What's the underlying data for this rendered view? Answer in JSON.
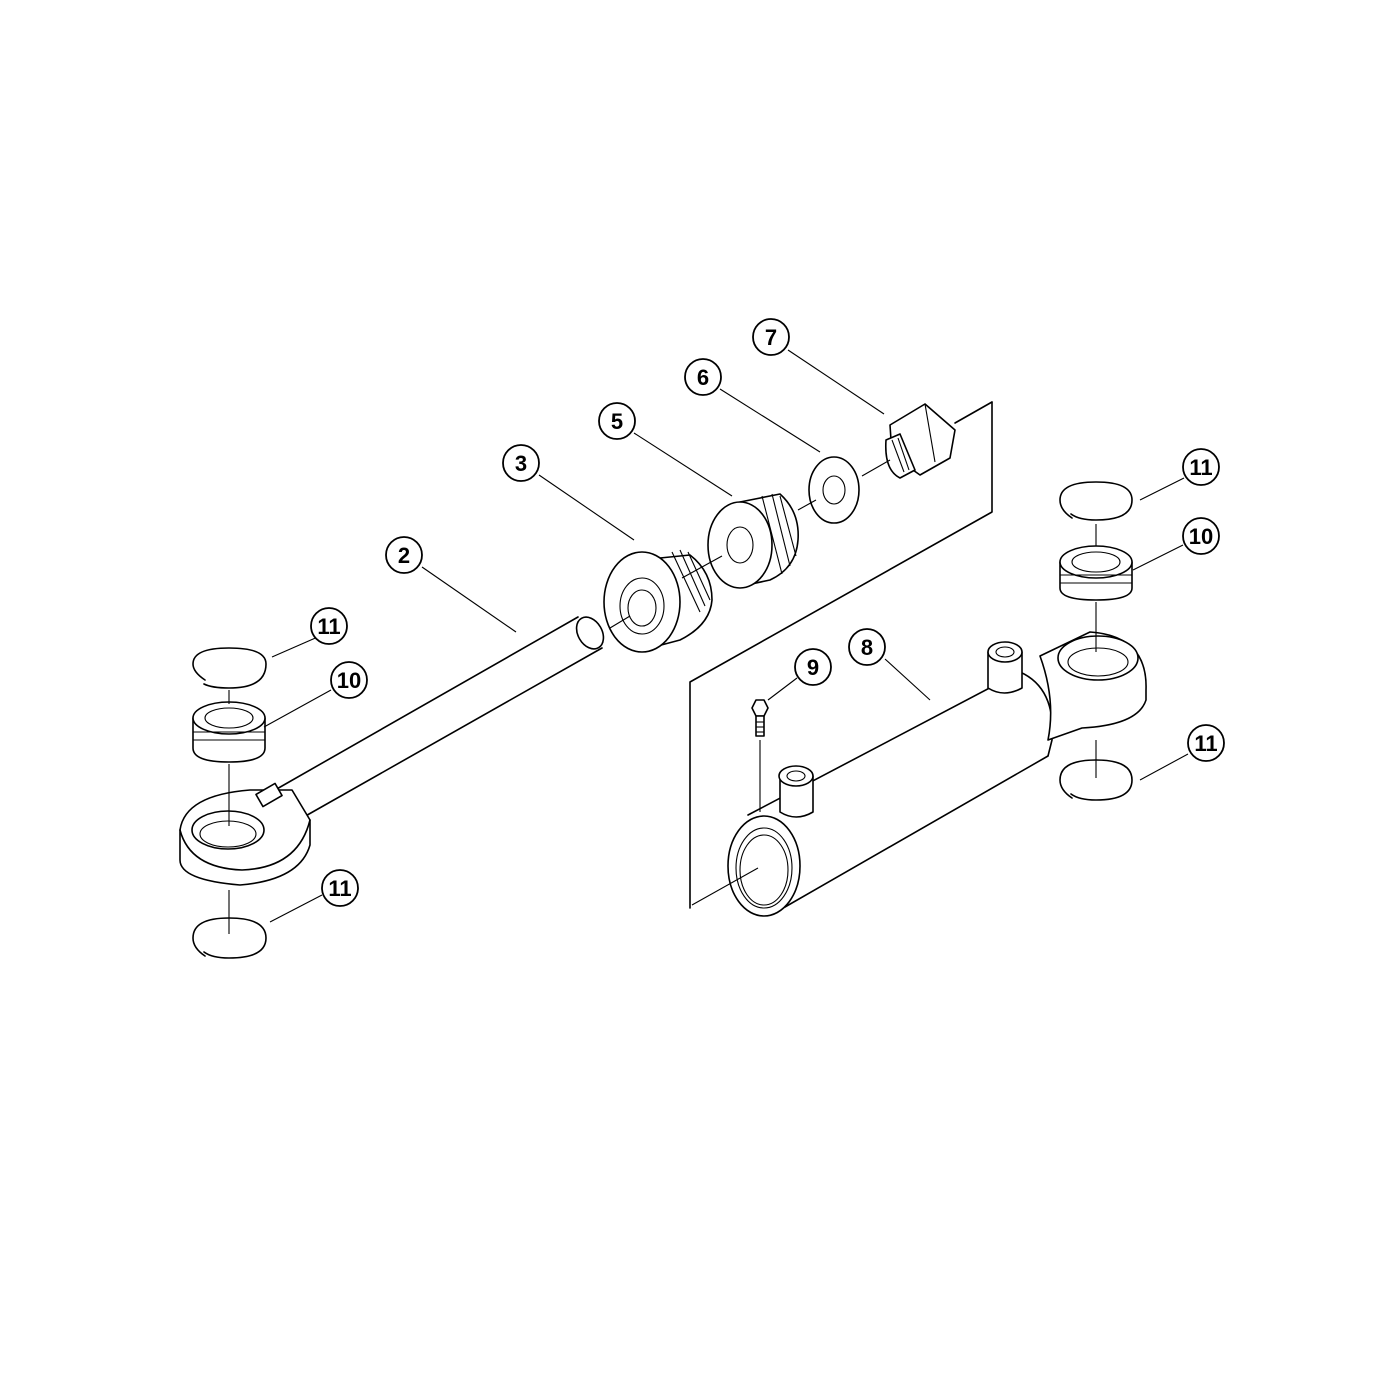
{
  "callouts": {
    "c2": "2",
    "c3": "3",
    "c5": "5",
    "c6": "6",
    "c7": "7",
    "c8": "8",
    "c9": "9",
    "c10_left": "10",
    "c11_left_top": "11",
    "c11_left_bottom": "11",
    "c10_right": "10",
    "c11_right_top": "11",
    "c11_right_bottom": "11"
  }
}
